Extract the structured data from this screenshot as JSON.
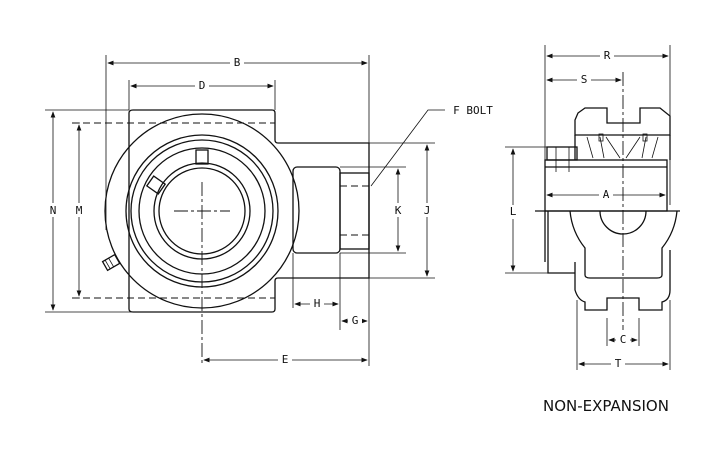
{
  "labels": {
    "B": "B",
    "D": "D",
    "N": "N",
    "M": "M",
    "K": "K",
    "J": "J",
    "F_bolt": "F BOLT",
    "H": "H",
    "G": "G",
    "E": "E",
    "R": "R",
    "S": "S",
    "A": "A",
    "L": "L",
    "C": "C",
    "T": "T"
  },
  "caption": "NON-EXPANSION"
}
